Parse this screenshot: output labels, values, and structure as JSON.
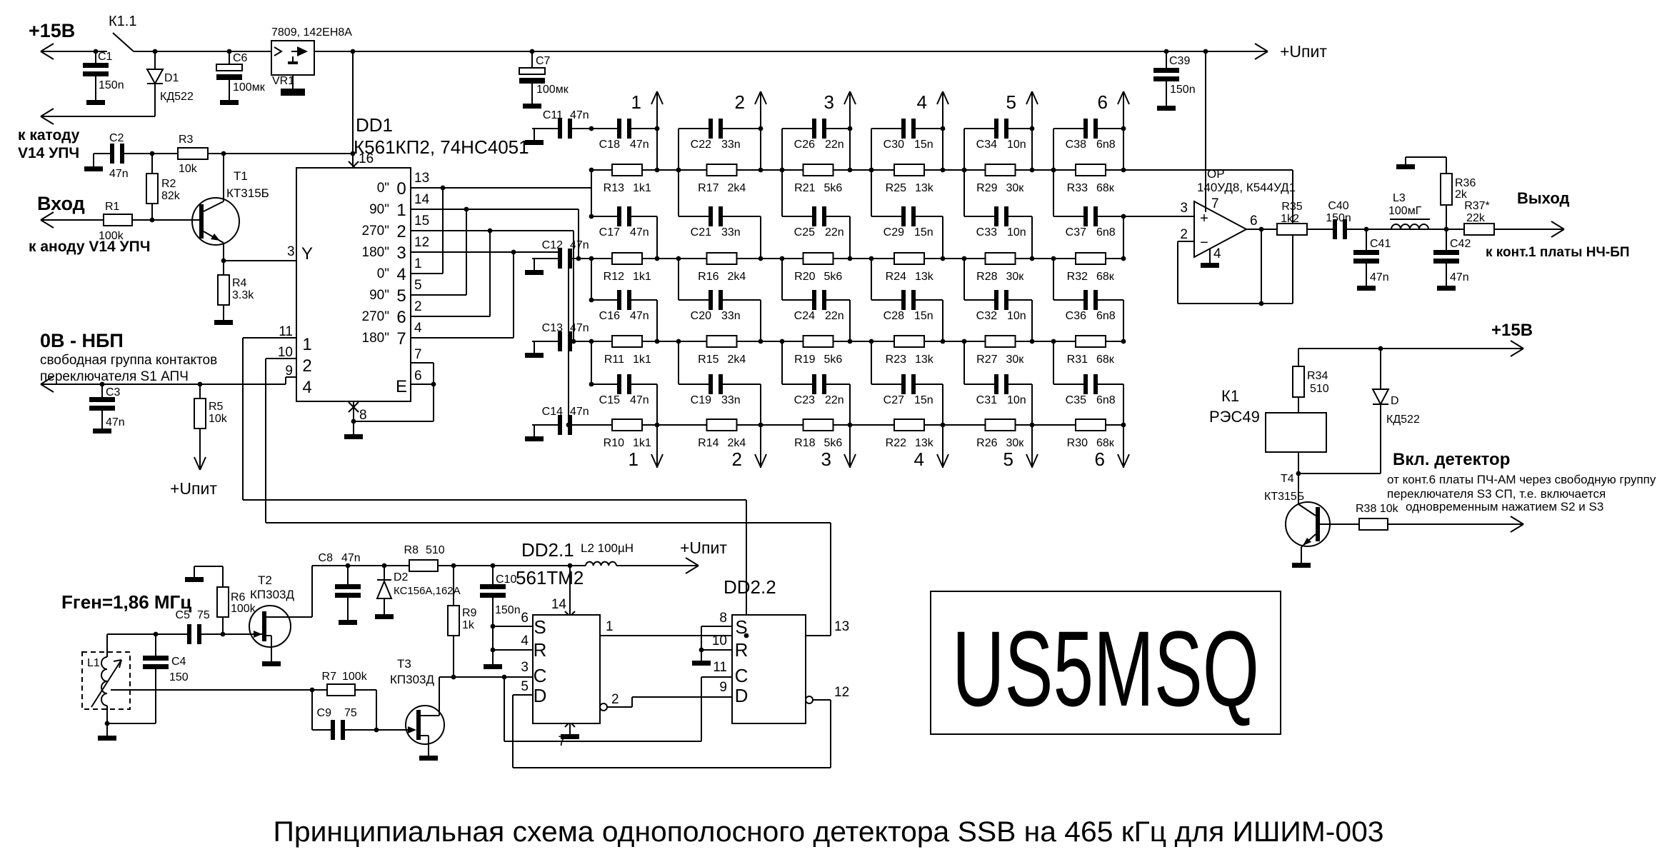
{
  "title": "Принципиальная схема однополосного детектора  SSB на 465 кГц для ИШИМ-003",
  "watermark": "US5MSQ",
  "power": {
    "v15": "+15В",
    "k11": "К1.1",
    "c1": "C1",
    "c1v": "150n",
    "d1": "D1",
    "d1t": "КД522",
    "c6": "C6",
    "c6v": "100мк",
    "vr": "7809, 142ЕН8А",
    "vr1": "VR1",
    "c7": "C7",
    "c7v": "100мк",
    "c39": "C39",
    "c39v": "150n",
    "upit": "+Uпит"
  },
  "input": {
    "kkat": "к катоду",
    "v14": "V14  УПЧ",
    "c2": "C2",
    "c2v": "47n",
    "r3": "R3",
    "r3v": "10k",
    "t1": "T1",
    "t1t": "КТ315Б",
    "vhod": "Вход",
    "r1": "R1",
    "r1v": "100k",
    "kanod": "к аноду  V14  УПЧ",
    "r2": "R2",
    "r2v": "82k",
    "r4": "R4",
    "r4v": "3.3k",
    "pin3": "3"
  },
  "nbp": {
    "t": "0В - НБП",
    "s1": "свободная группа контактов",
    "s2": "переключателя  S1 АПЧ",
    "c3": "C3",
    "c3v": "47n",
    "r5": "R5",
    "r5v": "10k",
    "upit": "+Uпит"
  },
  "dd1": {
    "name": "DD1",
    "chip": "К561КП2, 74НС4051",
    "y": "Y",
    "p16": "16",
    "p8": "8",
    "sel": [
      "11",
      "10",
      "9"
    ],
    "selbit": [
      "1",
      "2",
      "4"
    ],
    "ph": [
      "0\"",
      "90\"",
      "270\"",
      "180\"",
      "0\"",
      "90\"",
      "270\"",
      "180\""
    ],
    "ch": [
      "0",
      "1",
      "2",
      "3",
      "4",
      "5",
      "6",
      "7"
    ],
    "pins": [
      "13",
      "14",
      "15",
      "12",
      "1",
      "5",
      "2",
      "4"
    ],
    "e": "E",
    "p7": "7",
    "p6": "6"
  },
  "matrix": {
    "top": [
      "1",
      "2",
      "3",
      "4",
      "5",
      "6"
    ],
    "bottom": [
      "1",
      "2",
      "3",
      "4",
      "5",
      "6"
    ],
    "incaps": [
      {
        "r": "C11",
        "v": "47n"
      },
      {
        "r": "C12",
        "v": "47n"
      },
      {
        "r": "C13",
        "v": "47n"
      },
      {
        "r": "C14",
        "v": "47n"
      }
    ],
    "caps": [
      [
        {
          "r": "C18",
          "v": "47n"
        },
        {
          "r": "C22",
          "v": "33n"
        },
        {
          "r": "C26",
          "v": "22n"
        },
        {
          "r": "C30",
          "v": "15n"
        },
        {
          "r": "C34",
          "v": "10n"
        },
        {
          "r": "C38",
          "v": "6n8"
        }
      ],
      [
        {
          "r": "C17",
          "v": "47n"
        },
        {
          "r": "C21",
          "v": "33n"
        },
        {
          "r": "C25",
          "v": "22n"
        },
        {
          "r": "C29",
          "v": "15n"
        },
        {
          "r": "C33",
          "v": "10n"
        },
        {
          "r": "C37",
          "v": "6n8"
        }
      ],
      [
        {
          "r": "C16",
          "v": "47n"
        },
        {
          "r": "C20",
          "v": "33n"
        },
        {
          "r": "C24",
          "v": "22n"
        },
        {
          "r": "C28",
          "v": "15n"
        },
        {
          "r": "C32",
          "v": "10n"
        },
        {
          "r": "C36",
          "v": "6n8"
        }
      ],
      [
        {
          "r": "C15",
          "v": "47n"
        },
        {
          "r": "C19",
          "v": "33n"
        },
        {
          "r": "C23",
          "v": "22n"
        },
        {
          "r": "C27",
          "v": "15n"
        },
        {
          "r": "C31",
          "v": "10n"
        },
        {
          "r": "C35",
          "v": "6n8"
        }
      ]
    ],
    "res": [
      [
        {
          "r": "R13",
          "v": "1k1"
        },
        {
          "r": "R17",
          "v": "2k4"
        },
        {
          "r": "R21",
          "v": "5k6"
        },
        {
          "r": "R25",
          "v": "13k"
        },
        {
          "r": "R29",
          "v": "30к"
        },
        {
          "r": "R33",
          "v": "68к"
        }
      ],
      [
        {
          "r": "R12",
          "v": "1k1"
        },
        {
          "r": "R16",
          "v": "2k4"
        },
        {
          "r": "R20",
          "v": "5k6"
        },
        {
          "r": "R24",
          "v": "13k"
        },
        {
          "r": "R28",
          "v": "30к"
        },
        {
          "r": "R32",
          "v": "68к"
        }
      ],
      [
        {
          "r": "R11",
          "v": "1k1"
        },
        {
          "r": "R15",
          "v": "2k4"
        },
        {
          "r": "R19",
          "v": "5k6"
        },
        {
          "r": "R23",
          "v": "13k"
        },
        {
          "r": "R27",
          "v": "30к"
        },
        {
          "r": "R31",
          "v": "68к"
        }
      ],
      [
        {
          "r": "R10",
          "v": "1k1"
        },
        {
          "r": "R14",
          "v": "2k4"
        },
        {
          "r": "R18",
          "v": "5k6"
        },
        {
          "r": "R22",
          "v": "13k"
        },
        {
          "r": "R26",
          "v": "30к"
        },
        {
          "r": "R30",
          "v": "68к"
        }
      ]
    ]
  },
  "opamp": {
    "op": "OP",
    "chip": "140УД8, К544УД1",
    "p3": "3",
    "p2": "2",
    "p7": "7",
    "p6": "6",
    "p4": "4",
    "plus": "+",
    "minus": "−"
  },
  "out": {
    "r35": "R35",
    "r35v": "1k2",
    "c40": "C40",
    "c40v": "150n",
    "c41": "C41",
    "c41v": "47n",
    "l3": "L3",
    "l3v": "100мГ",
    "r36": "R36",
    "r36v": "2k",
    "c42": "C42",
    "c42v": "47n",
    "r37": "R37*",
    "r37v": "22k",
    "vyhod": "Выход",
    "note": "к конт.1 платы НЧ-БП"
  },
  "relay": {
    "v15": "+15В",
    "k1": "К1",
    "type": "РЭС49",
    "r34": "R34",
    "r34v": "510",
    "d": "D",
    "dt": "КД522",
    "t4": "T4",
    "t4t": "КТ315Б",
    "r38": "R38  10k",
    "vkl": "Вкл. детектор",
    "n1": "от конт.6 платы ПЧ-АМ через свободную группу",
    "n2": "переключателя  S3 СП, т.е. включается",
    "n3": "одновременным нажатием S2 и S3"
  },
  "gen": {
    "f": "Fген=1,86 МГц",
    "l1": "L1",
    "c4": "C4",
    "c4v": "150",
    "c5": "C5",
    "c5v": "75",
    "r6": "R6",
    "r6v": "100k",
    "t2": "T2",
    "t2t": "КП303Д",
    "r7": "R7",
    "r7v": "100k",
    "c9": "C9",
    "c9v": "75",
    "t3": "T3",
    "t3t": "КП303Д"
  },
  "dd2": {
    "a": "DD2.1",
    "chip": "561ТМ2",
    "b": "DD2.2",
    "s": "S",
    "r": "R",
    "c": "C",
    "d": "D",
    "a14": "14",
    "a7": "7",
    "ap": [
      "6",
      "4",
      "3",
      "5"
    ],
    "a1": "1",
    "a2": "2",
    "bp": [
      "8",
      "10",
      "11",
      "9"
    ],
    "b13": "13",
    "b12": "12"
  },
  "osc": {
    "c8": "C8",
    "c8v": "47n",
    "d2": "D2",
    "d2t": "КС156А,162А",
    "r8": "R8",
    "r8v": "510",
    "r9": "R9",
    "r9v": "1k",
    "c10": "C10",
    "c10v": "150n",
    "l2": "L2  100µН",
    "upit": "+Uпит"
  }
}
